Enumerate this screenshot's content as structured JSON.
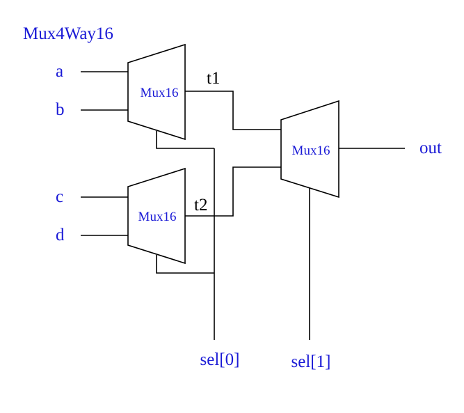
{
  "title": "Mux4Way16",
  "inputs": {
    "a": "a",
    "b": "b",
    "c": "c",
    "d": "d"
  },
  "chips": {
    "mux_top": "Mux16",
    "mux_bottom": "Mux16",
    "mux_final": "Mux16"
  },
  "internal_wires": {
    "t1": "t1",
    "t2": "t2"
  },
  "selectors": {
    "sel0": "sel[0]",
    "sel1": "sel[1]"
  },
  "output": "out",
  "colors": {
    "label": "#1a1ad6",
    "line": "#000000"
  }
}
